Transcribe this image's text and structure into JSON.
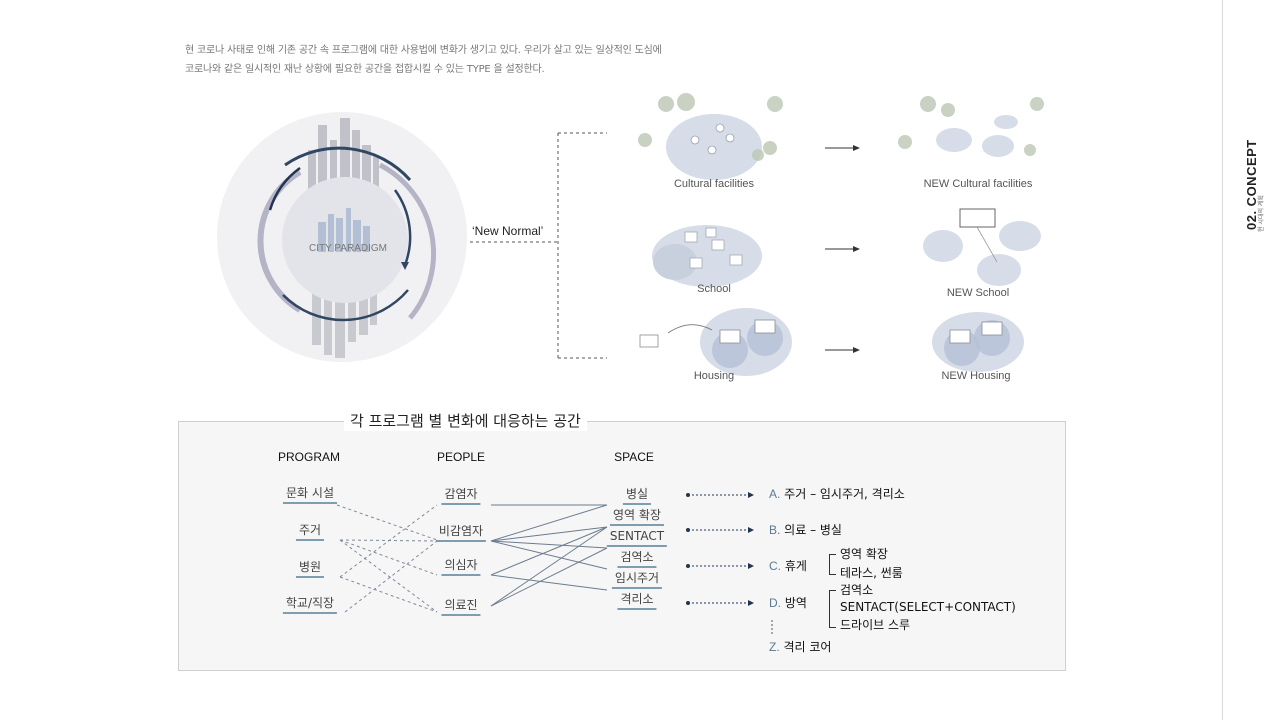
{
  "intro": {
    "line1": "현 코로나 사태로 인해 기존 공간 속 프로그램에 대한 사용법에 변화가 생기고 있다. 우리가 살고 있는 일상적인 도심에",
    "line2": "코로나와 같은 일시적인 재난 상황에 필요한 공간을 접합시킬 수 있는 TYPE 을 설정한다."
  },
  "sidebar": {
    "title": "02. CONCEPT",
    "subtitle": "현 시대의 계획"
  },
  "paradigm": {
    "label": "CITY PARADIGM"
  },
  "new_normal": "‘New Normal’",
  "flows": [
    {
      "from": "Cultural facilities",
      "to": "NEW Cultural facilities"
    },
    {
      "from": "School",
      "to": "NEW School"
    },
    {
      "from": "Housing",
      "to": "NEW Housing"
    }
  ],
  "table": {
    "title": "각 프로그램 별 변화에 대응하는 공간",
    "headers": {
      "program": "PROGRAM",
      "people": "PEOPLE",
      "space": "SPACE"
    },
    "programs": [
      "문화 시설",
      "주거",
      "병원",
      "학교/직장"
    ],
    "people": [
      "감염자",
      "비감염자",
      "의심자",
      "의료진"
    ],
    "spaces": [
      "병실",
      "영역 확장",
      "SENTACT",
      "검역소",
      "임시주거",
      "격리소"
    ],
    "results": [
      {
        "letter": "A.",
        "text": "주거 – 임시주거, 격리소"
      },
      {
        "letter": "B.",
        "text": "의료 – 병실"
      },
      {
        "letter": "C.",
        "text": "휴게",
        "subs": [
          "영역 확장",
          "테라스, 썬룸"
        ]
      },
      {
        "letter": "D.",
        "text": "방역",
        "subs": [
          "검역소",
          "SENTACT(SELECT+CONTACT)",
          "드라이브 스루"
        ]
      },
      {
        "letter": "Z.",
        "text": "격리 코어"
      }
    ]
  },
  "colors": {
    "accent_line": "#7d9db0",
    "arc_dark": "#2f4763",
    "arc_light": "#b4b4c6",
    "blob": "#d6dce8"
  }
}
